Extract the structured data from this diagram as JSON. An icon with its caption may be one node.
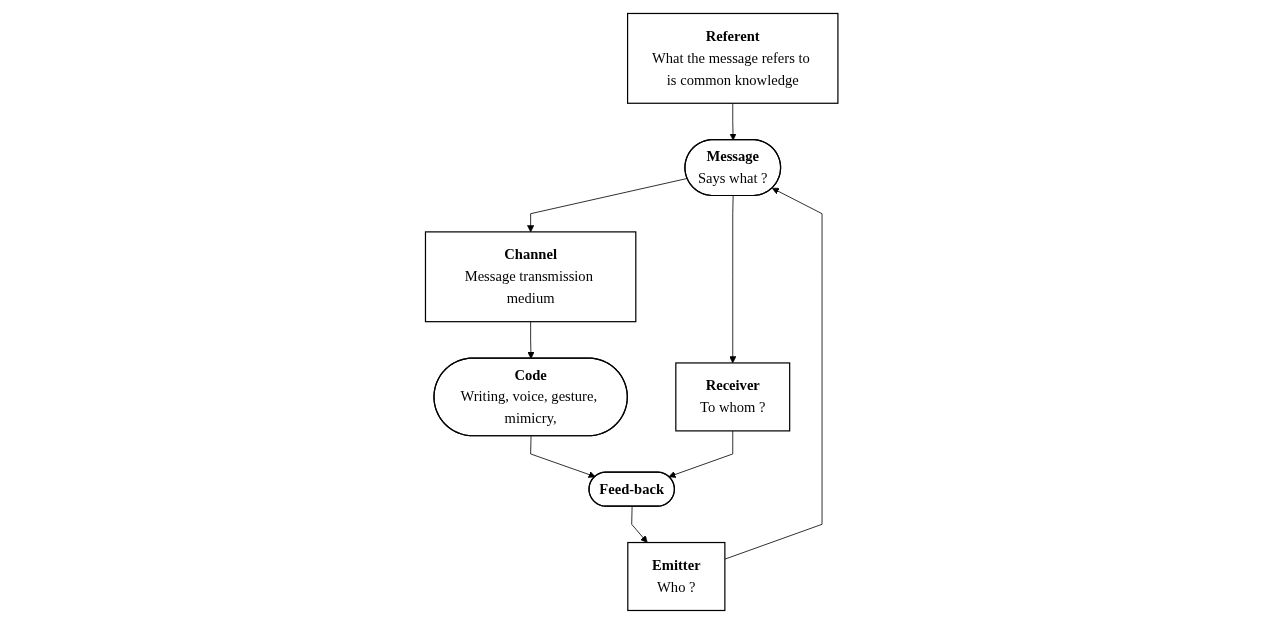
{
  "diagram": {
    "nodes": [
      {
        "text": [
          "Referent",
          "What the message refers to is common knowledge"
        ]
      },
      {
        "text": [
          "Emitter",
          "Who ?"
        ]
      },
      {
        "text": [
          "Message",
          "Says what ?"
        ]
      },
      {
        "text": [
          "Receiver",
          "To whom ?"
        ]
      },
      {
        "text": [
          "Channel",
          "Message transmission medium"
        ]
      },
      {
        "text": [
          "Code",
          "Writing, voice, gesture, mimicry,"
        ]
      },
      {
        "text": [
          "Feed-back"
        ]
      }
    ],
    "edges": [
      {
        "from": 0,
        "to": 2,
        "arrow": "to"
      },
      {
        "from": 1,
        "to": 2,
        "arrow": "to"
      },
      {
        "from": 2,
        "to": 3,
        "arrow": "to"
      },
      {
        "from": 2,
        "to": 4,
        "arrow": "to"
      },
      {
        "from": 4,
        "to": 5,
        "arrow": "to"
      },
      {
        "from": 5,
        "to": 6,
        "arrow": "to"
      },
      {
        "from": 3,
        "to": 6,
        "arrow": "to"
      },
      {
        "from": 6,
        "to": 1,
        "arrow": "to"
      }
    ]
  }
}
